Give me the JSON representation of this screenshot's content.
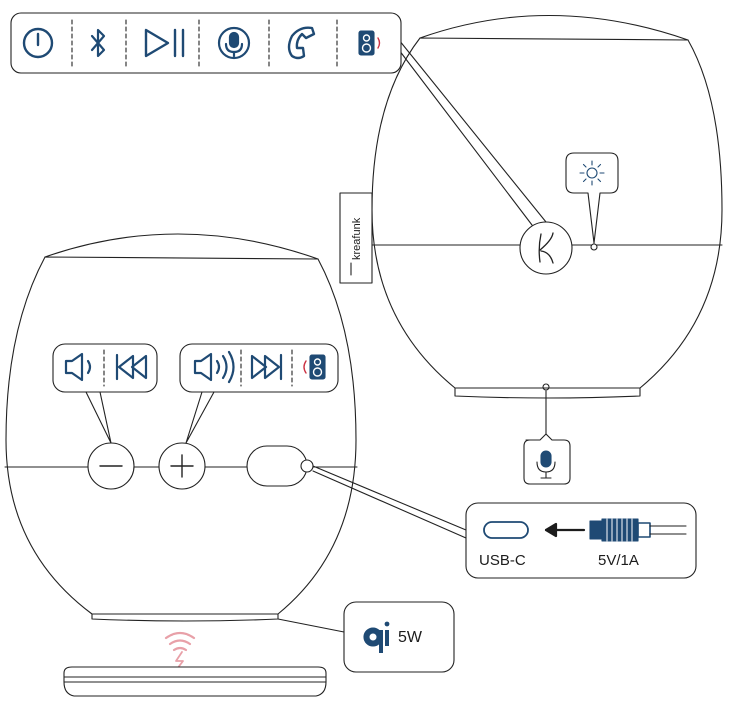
{
  "colors": {
    "line": "#222222",
    "icon": "#1f4a74",
    "accent": "#cc3344",
    "wireless": "#e8a0a8",
    "callout_fill": "#ffffff"
  },
  "top_button_strip": {
    "items": [
      {
        "name": "power",
        "icon": "power-icon"
      },
      {
        "name": "bluetooth",
        "icon": "bluetooth-icon"
      },
      {
        "name": "play-pause",
        "icon": "play-pause-icon"
      },
      {
        "name": "voice-assistant",
        "icon": "microphone-icon"
      },
      {
        "name": "call",
        "icon": "phone-icon"
      },
      {
        "name": "stereo-pairing",
        "icon": "speaker-icon"
      }
    ]
  },
  "side_logo": {
    "text": "kreafunk"
  },
  "minus_callout": {
    "icons": [
      "volume-down-icon",
      "previous-track-icon"
    ]
  },
  "plus_callout": {
    "icons": [
      "volume-up-icon",
      "next-track-icon",
      "speaker-pairing-icon"
    ]
  },
  "usb_callout": {
    "port_label": "USB-C",
    "power_label": "5V/1A"
  },
  "qi_callout": {
    "wattage": "5W",
    "icon": "qi-icon"
  }
}
